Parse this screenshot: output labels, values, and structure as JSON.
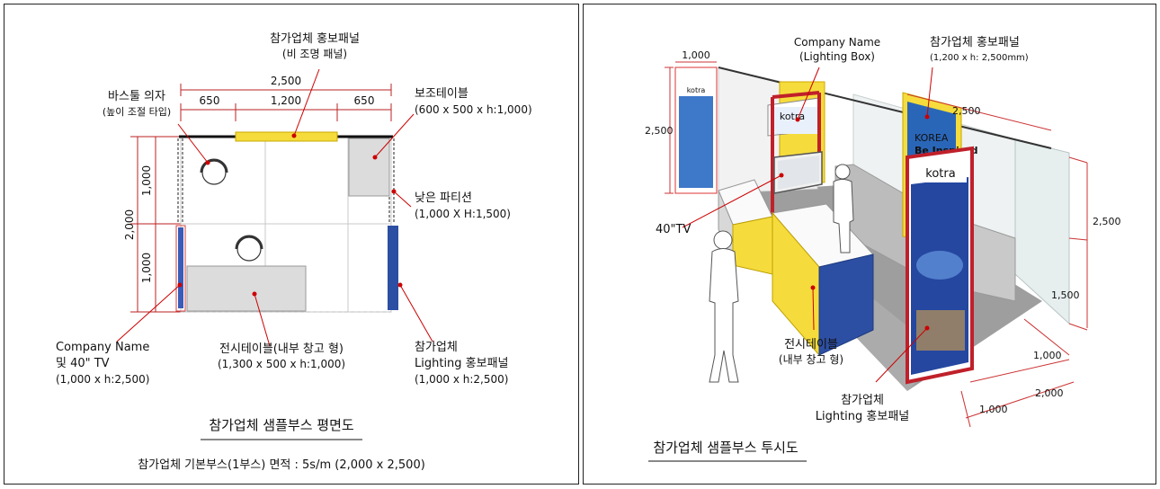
{
  "plan": {
    "top_panel_label": [
      "참가업체 홍보패널",
      "(비 조명 패널)"
    ],
    "dim_total_width": "2,500",
    "dim_left": "650",
    "dim_center": "1,200",
    "dim_right": "650",
    "dim_total_depth": "2,000",
    "dim_depth_upper": "1,000",
    "dim_depth_lower": "1,000",
    "stool_label": [
      "바스툴 의자",
      "(높이 조절 타입)"
    ],
    "side_table_label": [
      "보조테이블",
      "(600 x 500 x h:1,000)"
    ],
    "partition_label": [
      "낮은 파티션",
      "(1,000 X H:1,500)"
    ],
    "company_tv_label": [
      "Company Name",
      "및 40\" TV",
      "(1,000 x h:2,500)"
    ],
    "display_table_label": [
      "전시테이블(내부 창고 형)",
      "(1,300 x 500 x h:1,000)"
    ],
    "lighting_panel_label": [
      "참가업체",
      "Lighting 홍보패널",
      "(1,000 x h:2,500)"
    ],
    "title": "참가업체 샘플부스 평면도",
    "subtitle": "참가업체 기본부스(1부스) 면적 : 5s/m (2,000 x 2,500)"
  },
  "perspective": {
    "company_box_label": [
      "Company Name",
      "(Lighting Box)"
    ],
    "top_panel_label": [
      "참가업체 홍보패널",
      "(1,200 x h: 2,500mm)"
    ],
    "dim_panel_width": "1,000",
    "dim_panel_height": "2,500",
    "dim_width": "2,500",
    "dim_height": "2,500",
    "dim_partition": "1,500",
    "dim_depth_a": "1,000",
    "dim_depth_b": "1,000",
    "dim_depth_c": "2,000",
    "tv_label": "40\"TV",
    "display_table_label": [
      "전시테이블",
      "(내부 창고 형)"
    ],
    "lighting_panel_label": [
      "참가업체",
      "Lighting 홍보패널"
    ],
    "brand": "kotra",
    "poster_text": [
      "KOREA",
      "Be Inspired"
    ],
    "title": "참가업체 샘플부스 투시도"
  },
  "colors": {
    "yellow": "#f5dc3c",
    "blue": "#2d4fa3",
    "red": "#d0202a",
    "floor": "#9a9a9a",
    "grid": "#bdbdbd"
  }
}
